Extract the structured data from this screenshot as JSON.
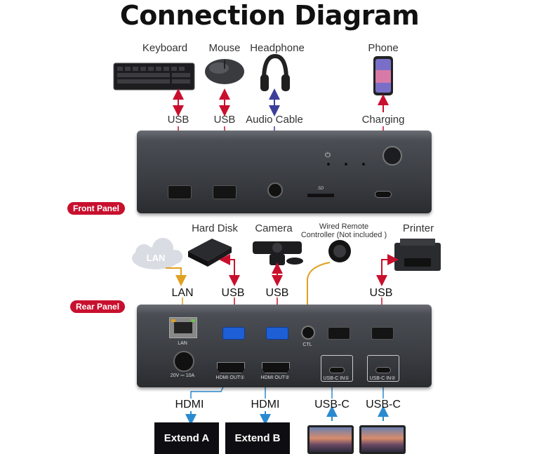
{
  "title": "Connection Diagram",
  "panels": {
    "front": "Front Panel",
    "rear": "Rear Panel"
  },
  "devices_top": {
    "keyboard": "Keyboard",
    "mouse": "Mouse",
    "headphone": "Headphone",
    "phone": "Phone"
  },
  "connections_top": {
    "usb1": "USB",
    "usb2": "USB",
    "audio": "Audio Cable",
    "charging": "Charging"
  },
  "devices_rear": {
    "lan": "LAN",
    "hard_disk": "Hard Disk",
    "camera": "Camera",
    "remote": "Wired Remote\nController (Not included )",
    "printer": "Printer"
  },
  "connections_rear": {
    "lan": "LAN",
    "usb1": "USB",
    "usb2": "USB",
    "usb3": "USB"
  },
  "rear_port_labels": {
    "lan": "LAN",
    "power": "20V ⎓ 10A",
    "hdmi1": "HDMI OUT①",
    "hdmi2": "HDMI OUT②",
    "ctl": "CTL",
    "usbc1": "USB-C IN①",
    "usbc2": "USB-C IN②"
  },
  "connections_bottom": {
    "hdmi1": "HDMI",
    "hdmi2": "HDMI",
    "usbc1": "USB-C",
    "usbc2": "USB-C"
  },
  "outputs": {
    "extend_a": "Extend A",
    "extend_b": "Extend B"
  },
  "colors": {
    "usb_arrow": "#c8102e",
    "audio_arrow": "#3b3f9a",
    "lan_arrow": "#e0a020",
    "bottom_arrow": "#2a8ad0",
    "badge": "#c8102e"
  }
}
